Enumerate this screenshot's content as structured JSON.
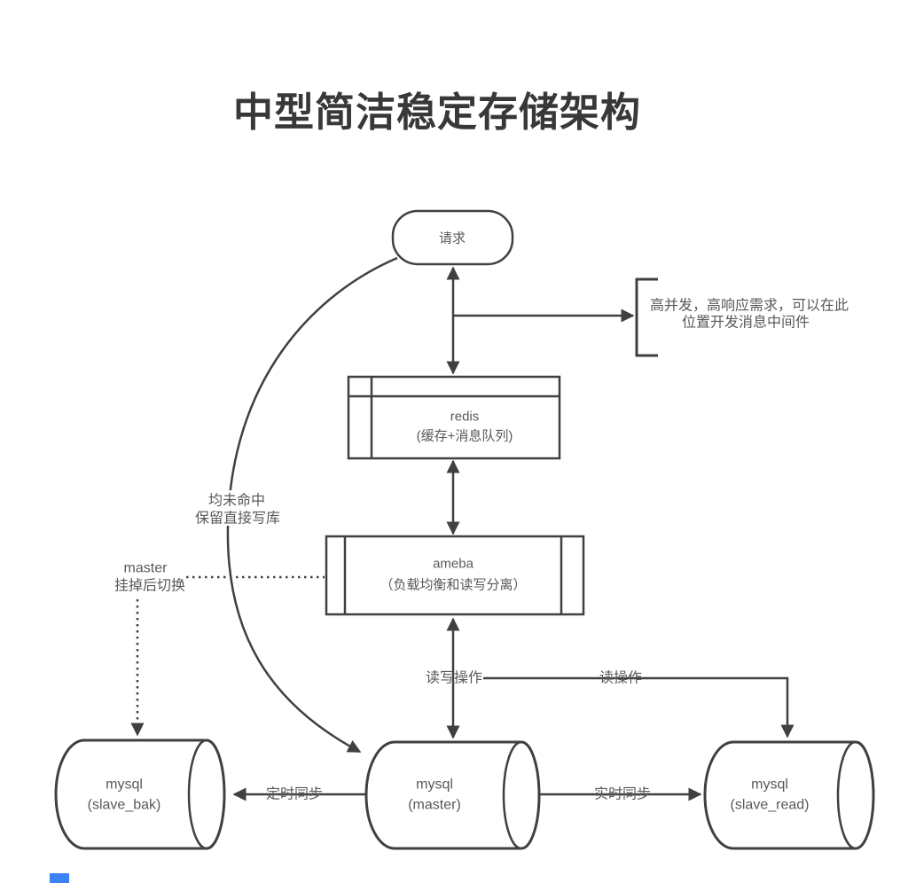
{
  "title": "中型简洁稳定存储架构",
  "nodes": {
    "request": {
      "label": "请求"
    },
    "redis": {
      "name": "redis",
      "desc": "(缓存+消息队列)"
    },
    "ameba": {
      "name": "ameba",
      "desc": "（负载均衡和读写分离）"
    },
    "mysql_master": {
      "name": "mysql",
      "desc": "(master)"
    },
    "mysql_slave_bak": {
      "name": "mysql",
      "desc": "(slave_bak)"
    },
    "mysql_slave_read": {
      "name": "mysql",
      "desc": "(slave_read)"
    }
  },
  "annotations": {
    "middleware": {
      "line1": "高并发，高响应需求，可以在此",
      "line2": "位置开发消息中间件"
    },
    "miss": {
      "line1": "均未命中",
      "line2": "保留直接写库"
    },
    "failover": {
      "line1": "master",
      "line2": "挂掉后切换"
    }
  },
  "edge_labels": {
    "read_write": "读写操作",
    "read": "读操作",
    "scheduled_sync": "定时同步",
    "realtime_sync": "实时同步"
  },
  "colors": {
    "line": "#404040",
    "text": "#595959",
    "title": "#383838",
    "background": "#ffffff",
    "fragment_blue": "#3b82f6"
  }
}
